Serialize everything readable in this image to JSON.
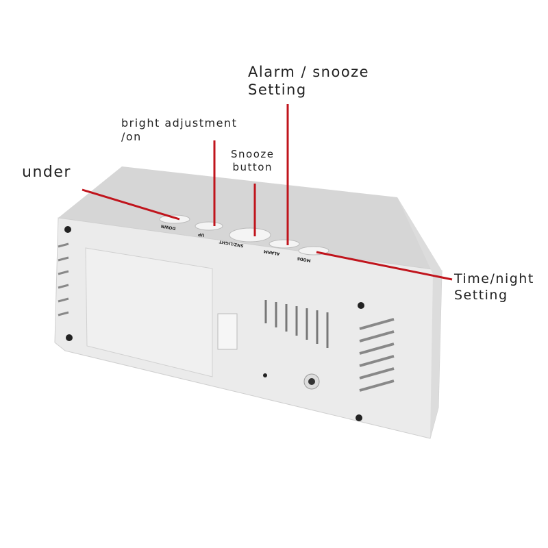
{
  "callouts": {
    "under": "under",
    "bright_line1": "bright adjustment",
    "bright_line2": "/on",
    "snooze_line1": "Snooze",
    "snooze_line2": "button",
    "alarm_line1": "Alarm / snooze",
    "alarm_line2": "Setting",
    "time_line1": "Time/night",
    "time_line2": "Setting"
  },
  "buttons": {
    "down": "DOWN",
    "up": "UP",
    "snz_light": "SNZ/LIGHT",
    "alarm": "ALARM",
    "mode": "MODE"
  },
  "colors": {
    "callout_line": "#c0141c",
    "body": "#e4e4e4"
  }
}
